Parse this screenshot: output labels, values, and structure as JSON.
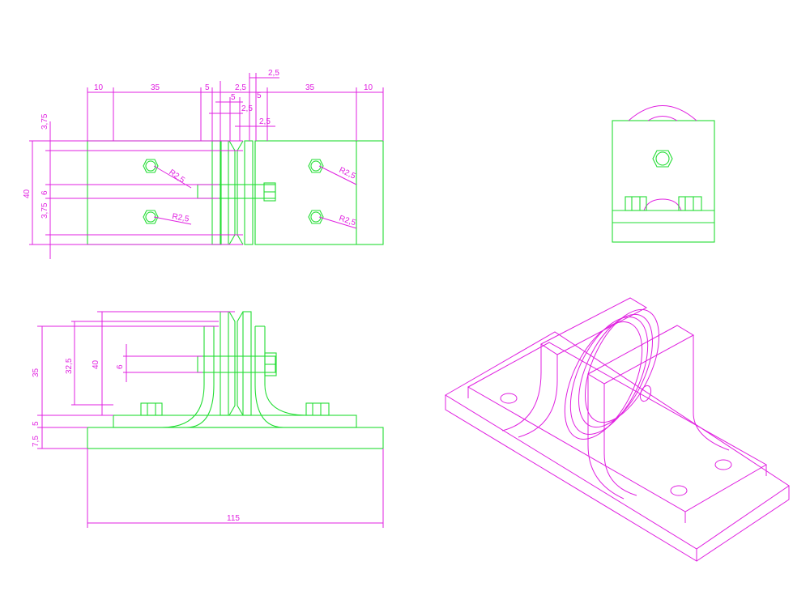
{
  "colors": {
    "geometry": "#22dd33",
    "dimensions": "#e020e0",
    "background": "#ffffff"
  },
  "top_view": {
    "dims_top": [
      "10",
      "35",
      "5",
      "2,5",
      "5",
      "35",
      "10"
    ],
    "dims_stack": [
      "2,5",
      "5",
      "2,5",
      "2,5"
    ],
    "dims_left": [
      "3,75",
      "40",
      "6",
      "3,75"
    ],
    "radii": [
      "R2,5",
      "R2,5",
      "R2,5",
      "R2,5"
    ]
  },
  "front_view": {
    "dims_left": [
      "35",
      "32,5",
      "40",
      "6",
      "5",
      "7,5"
    ],
    "dim_bottom": "115"
  }
}
